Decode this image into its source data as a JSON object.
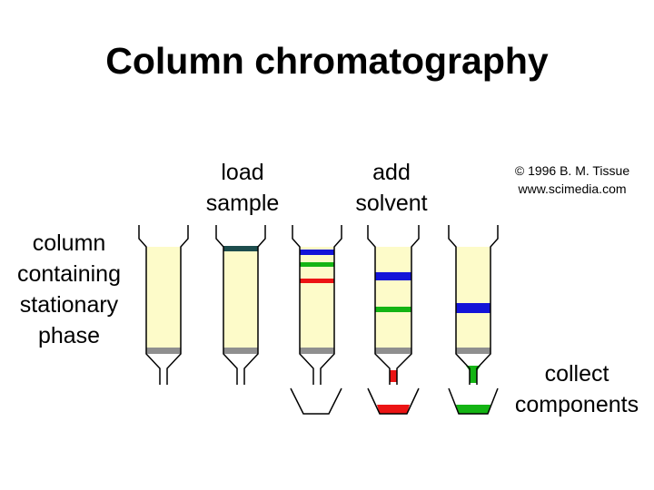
{
  "title": "Column chromatography",
  "labels": {
    "column_line1": "column",
    "column_line2": "containing",
    "column_line3": "stationary",
    "column_line4": "phase",
    "load_line1": "load",
    "load_line2": "sample",
    "add_line1": "add",
    "add_line2": "solvent",
    "collect_line1": "collect",
    "collect_line2": "components"
  },
  "copyright": {
    "line1": "© 1996 B. M. Tissue",
    "line2": "www.scimedia.com"
  },
  "colors": {
    "stationary_phase": "#fdfbc9",
    "frit": "#8f8f8f",
    "sample_band": "#1d4d4d",
    "blue_component": "#1414d8",
    "green_component": "#14b414",
    "red_component": "#ec1414"
  }
}
